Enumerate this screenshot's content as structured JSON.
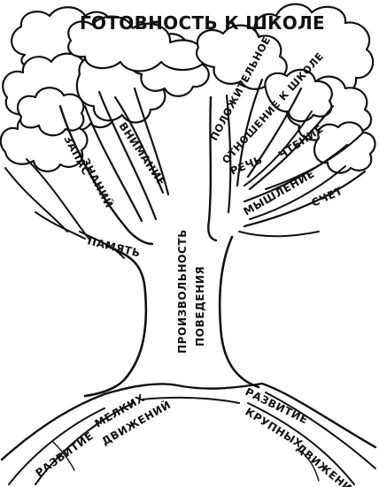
{
  "title": "ГОТОВНОСТЬ К ШКОЛЕ",
  "trunk_label": {
    "line1": "ПРОИЗВОЛЬНОСТЬ",
    "line2": "ПОВЕДЕНИЯ"
  },
  "branches_left": {
    "zapas": "ЗАПАС",
    "znaniy": "ЗНАНИЙ",
    "vnimanie": "ВНИМАНИЕ",
    "pamyat": "ПАМЯТЬ"
  },
  "branches_right": {
    "otnoshenie_line1": "ПОЛОЖИТЕЛЬНОЕ",
    "otnoshenie_line2": "ОТНОШЕНИЕ К ШКОЛЕ",
    "rech": "РЕЧЬ",
    "chtenie": "ЧТЕНИЕ",
    "myshlenie": "МЫШЛЕНИЕ",
    "schet": "СЧЕТ"
  },
  "roots": {
    "left_line1": "РАЗВИТИЕ",
    "left_line2": "МЕЛКИХ",
    "left_line3": "ДВИЖЕНИЙ",
    "right_line1": "РАЗВИТИЕ",
    "right_line2": "КРУПНЫХ",
    "right_line3": "ДВИЖЕНИЙ"
  }
}
